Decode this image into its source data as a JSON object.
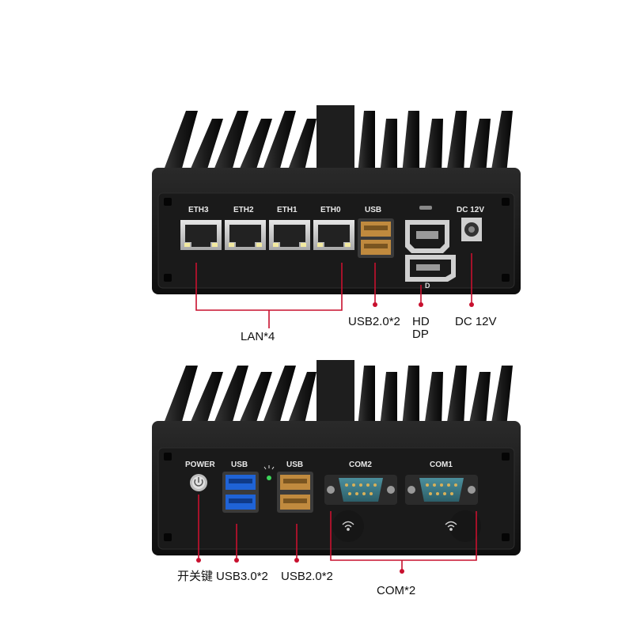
{
  "top_unit": {
    "port_labels": {
      "eth3": "ETH3",
      "eth2": "ETH2",
      "eth1": "ETH1",
      "eth0": "ETH0",
      "usb": "USB",
      "dc": "DC 12V"
    },
    "callouts": {
      "lan": "LAN*4",
      "usb": "USB2.0*2",
      "hd": "HD",
      "dp": "DP",
      "dc": "DC 12V"
    }
  },
  "bottom_unit": {
    "port_labels": {
      "power": "POWER",
      "usb3": "USB",
      "usb2": "USB",
      "com2": "COM2",
      "com1": "COM1"
    },
    "callouts": {
      "power": "开关键",
      "usb3": "USB3.0*2",
      "usb2": "USB2.0*2",
      "com": "COM*2"
    }
  },
  "colors": {
    "body": "#141414",
    "panel": "#1c1c1c",
    "callout_line": "#c8102e",
    "com_port": "#3d7a86",
    "usb3_blue": "#1f63d6",
    "usb2_gold": "#c08a3e"
  }
}
